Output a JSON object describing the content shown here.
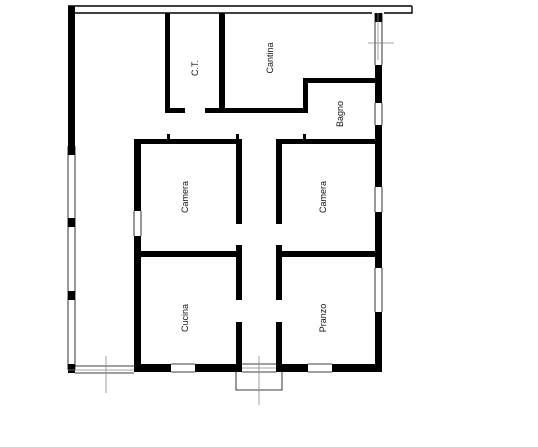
{
  "plan": {
    "rooms": {
      "ct": "C.T.",
      "cantina": "Cantina",
      "bagno": "Bagno",
      "camera_left": "Camera",
      "camera_right": "Camera",
      "cucina": "Cucina",
      "pranzo": "Pranzo"
    },
    "colors": {
      "wall": "#000000",
      "background": "#ffffff",
      "guide": "#888888"
    }
  }
}
